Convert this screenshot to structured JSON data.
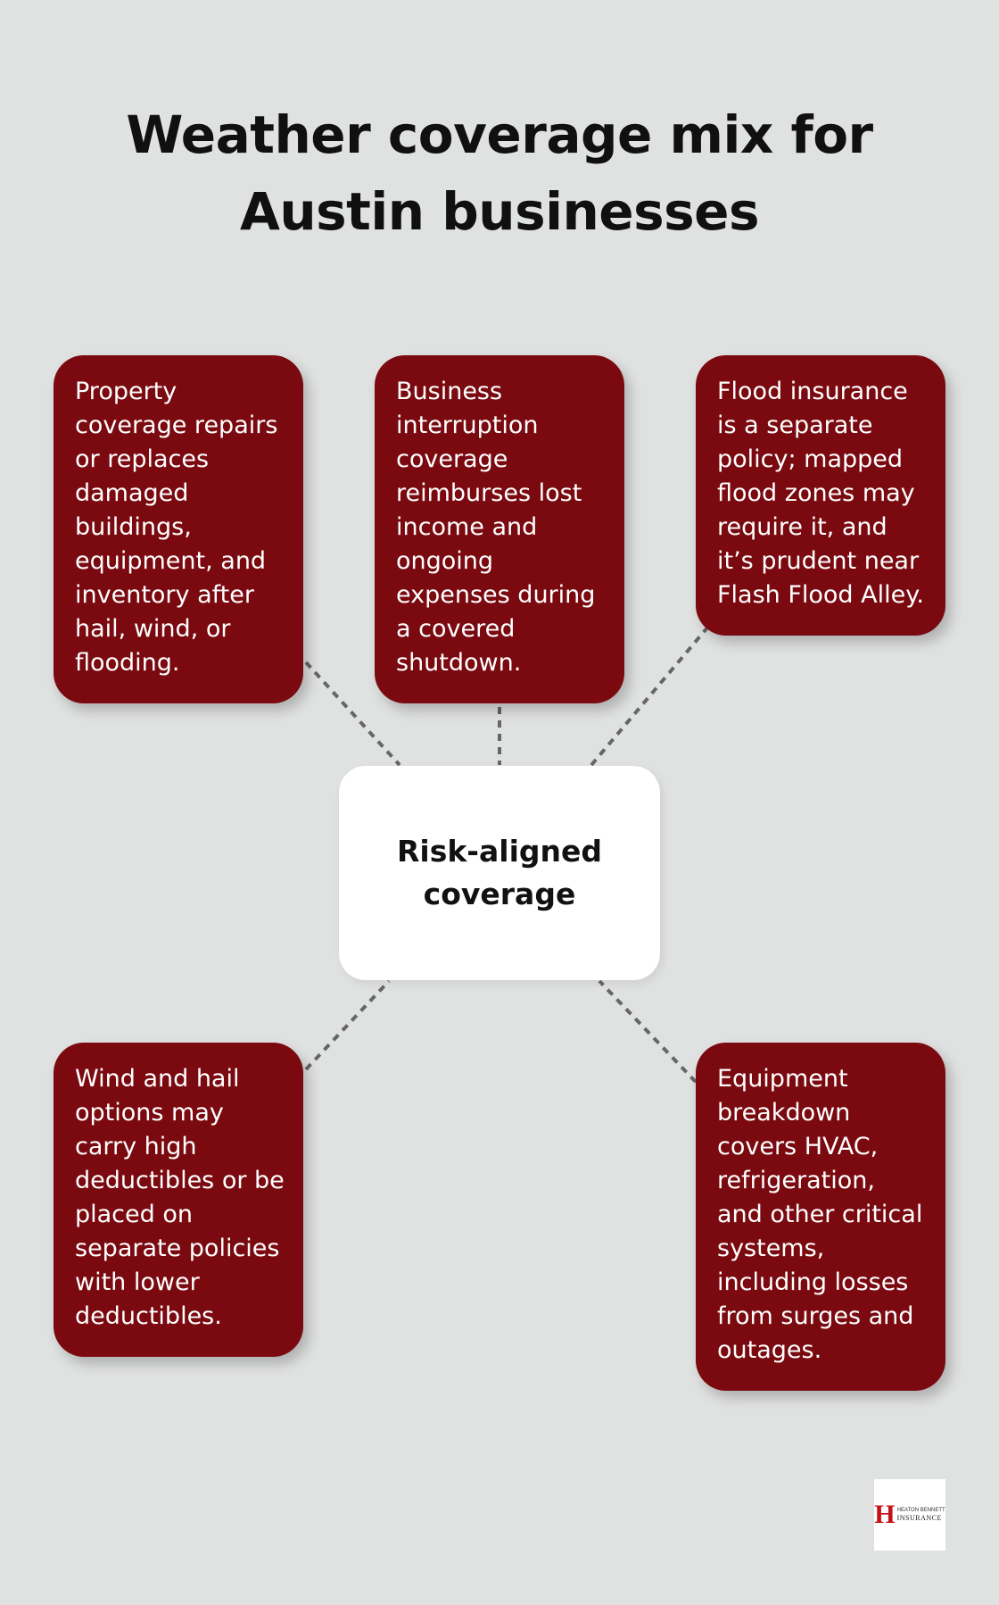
{
  "title": "Weather coverage mix for Austin businesses",
  "center": {
    "label": "Risk-aligned coverage"
  },
  "items": [
    {
      "text": "Property coverage repairs or replaces damaged buildings, equipment, and inventory after hail, wind, or flooding."
    },
    {
      "text": "Business interruption coverage reimburses lost income and ongoing expenses during a covered shutdown."
    },
    {
      "text": "Flood insurance is a separate policy; mapped flood zones may require it, and it’s prudent near Flash Flood Alley."
    },
    {
      "text": "Wind and hail options may carry high deductibles or be placed on separate policies with lower deductibles."
    },
    {
      "text": "Equipment breakdown covers HVAC, refrigeration, and other critical systems, including losses from surges and outages."
    }
  ],
  "logo": {
    "mark": "H",
    "line1": "HEATON BENNETT",
    "line2": "INSURANCE"
  },
  "colors": {
    "background": "#e0e1e1",
    "box": "#7a0a10",
    "center_box": "#ffffff",
    "connector": "#666666",
    "logo_accent": "#c4121a"
  }
}
